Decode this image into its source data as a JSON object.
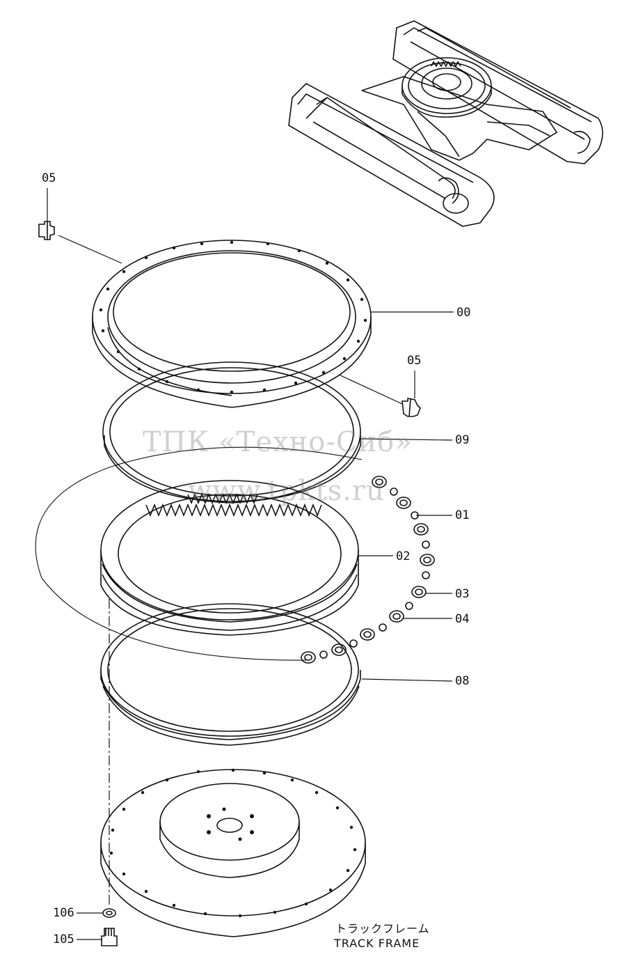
{
  "watermark": {
    "line1": "ТПК «Техно-Сиб»",
    "line2": "www.tpkts.ru"
  },
  "callouts": {
    "c05_top": "05",
    "c00": "00",
    "c05_right": "05",
    "c09": "09",
    "c01": "01",
    "c02": "02",
    "c03": "03",
    "c04": "04",
    "c08": "08",
    "c106": "106",
    "c105": "105"
  },
  "caption": {
    "jp": "トラックフレーム",
    "en": "TRACK FRAME"
  }
}
